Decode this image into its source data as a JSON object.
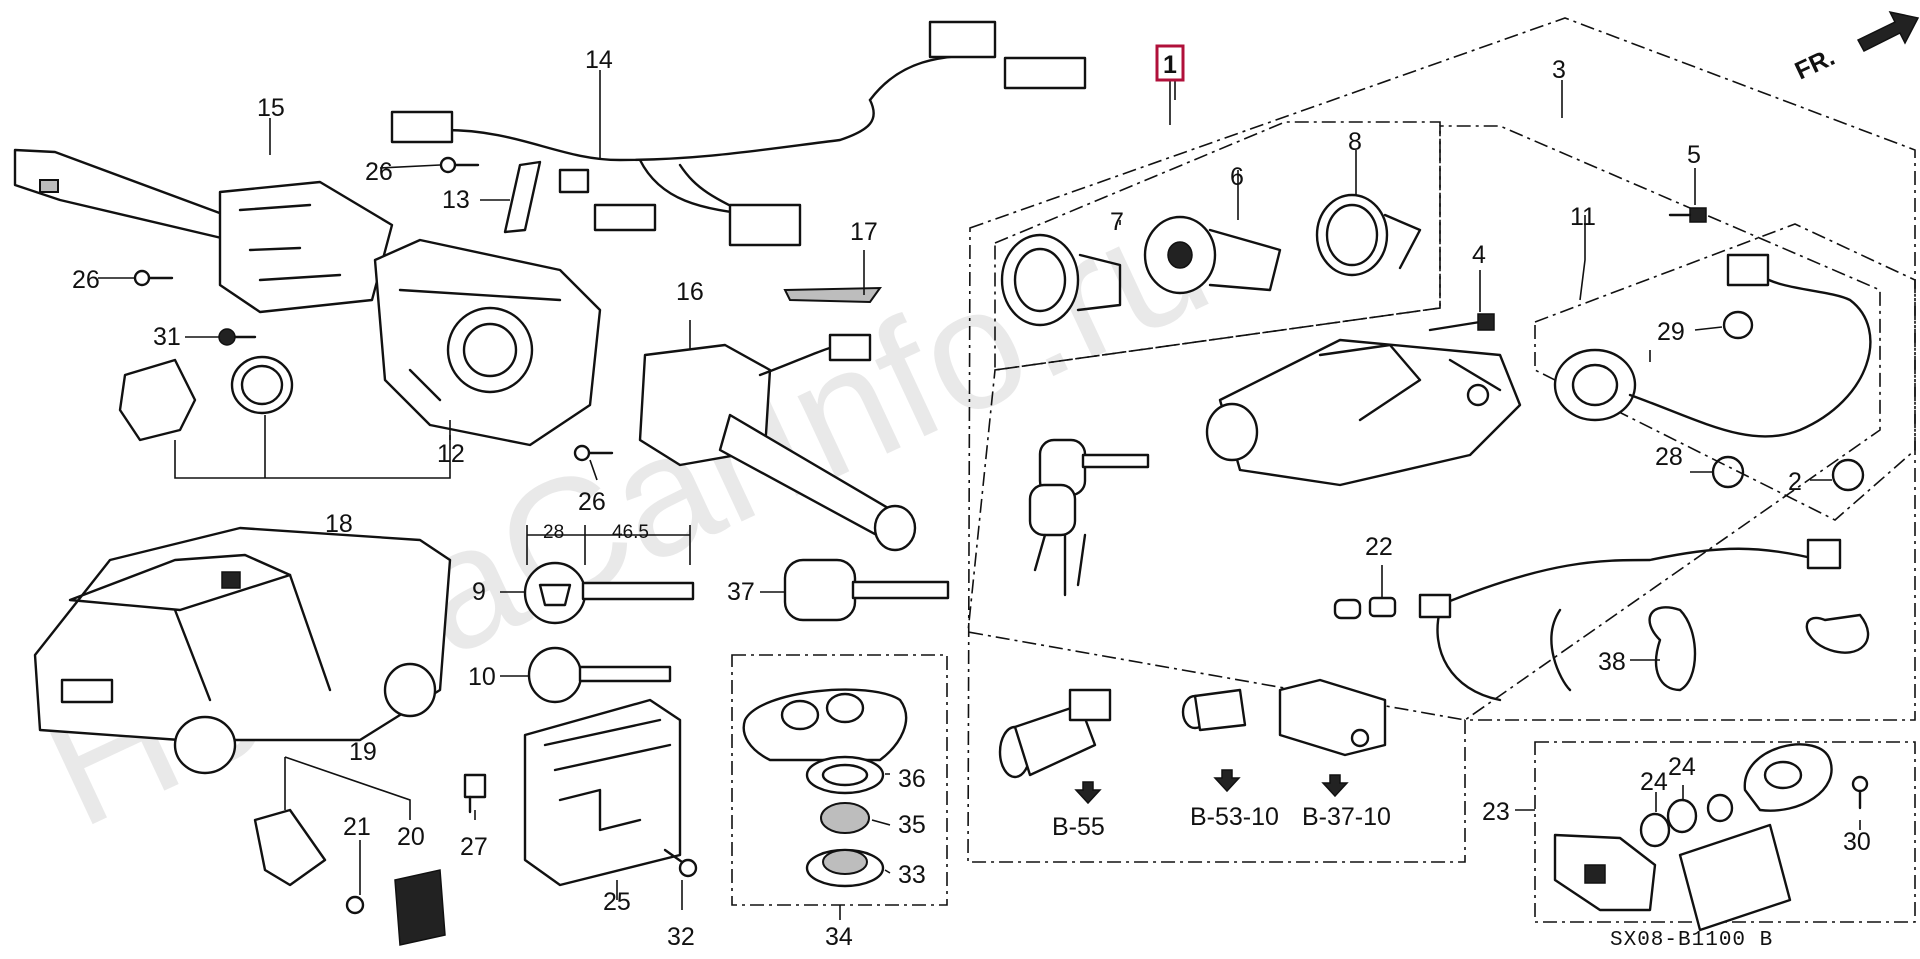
{
  "watermark": "HondaCarInfo.ru",
  "direction": {
    "label": "FR."
  },
  "diagram_code": "SX08-B1100 B",
  "highlighted_callout": "1",
  "callouts": {
    "c1": "1",
    "c2": "2",
    "c3": "3",
    "c4": "4",
    "c5": "5",
    "c6": "6",
    "c7": "7",
    "c8": "8",
    "c9": "9",
    "c10": "10",
    "c11": "11",
    "c12": "12",
    "c13": "13",
    "c14": "14",
    "c15": "15",
    "c16": "16",
    "c17": "17",
    "c18": "18",
    "c19": "19",
    "c20": "20",
    "c21": "21",
    "c22": "22",
    "c23": "23",
    "c24a": "24",
    "c24b": "24",
    "c25": "25",
    "c26a": "26",
    "c26b": "26",
    "c26c": "26",
    "c27": "27",
    "c28": "28",
    "c29": "29",
    "c30": "30",
    "c31": "31",
    "c32": "32",
    "c33": "33",
    "c34": "34",
    "c35": "35",
    "c36": "36",
    "c37": "37",
    "c38": "38"
  },
  "key_dimensions": {
    "d1": "28",
    "d2": "46.5"
  },
  "references": {
    "r1": "B-55",
    "r2": "B-53-10",
    "r3": "B-37-10"
  },
  "colors": {
    "highlight": "#b0103a",
    "line": "#111111",
    "watermark": "#d8d8d8"
  }
}
